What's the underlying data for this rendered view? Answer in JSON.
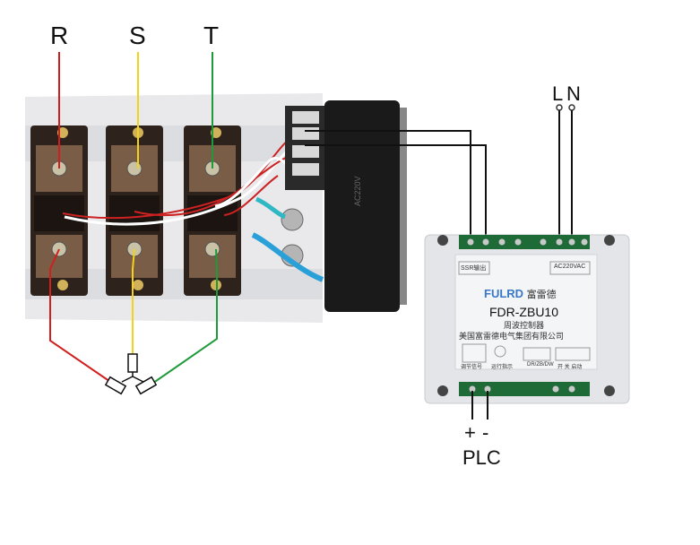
{
  "phase_labels": {
    "r": "R",
    "s": "S",
    "t": "T"
  },
  "supply_labels": {
    "l": "L",
    "n": "N"
  },
  "plc": {
    "plus": "+",
    "minus": "-",
    "label": "PLC"
  },
  "module": {
    "brand": "FULRD",
    "brand_cn": "富雷德",
    "model": "FDR-ZBU10",
    "subtitle": "周波控制器",
    "company": "美国富雷德电气集团有限公司",
    "power": "AC220VAC",
    "ssr_tag": "SSR输出",
    "sig_tag": "调节信号",
    "run_tag": "运行指示",
    "mode_tag": "DR/ZB/DW",
    "switch_tag": "开 关 启动"
  },
  "fan_text": "AC220V",
  "colors": {
    "r_wire": "#d11f1f",
    "s_wire": "#f2d21b",
    "t_wire": "#1f9a3a",
    "black_wire": "#111111",
    "rail": "#e8e8ea",
    "ssr_body": "#3b2a22",
    "module_body": "#e9ebee",
    "terminal_green": "#1e6b38"
  }
}
